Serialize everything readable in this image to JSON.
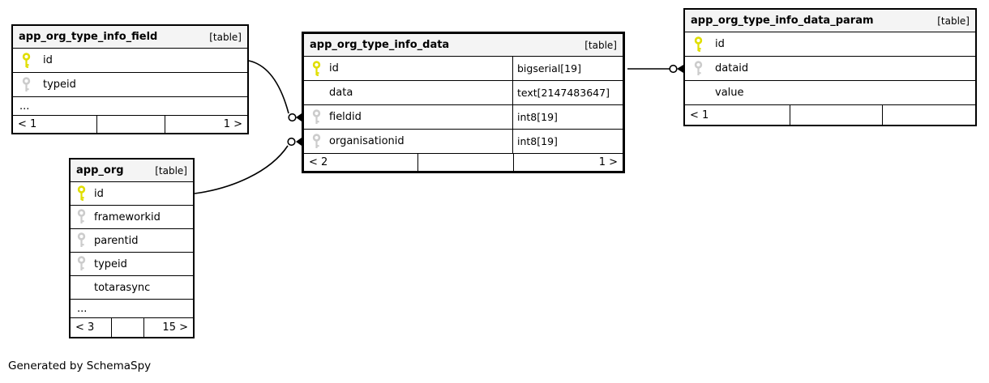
{
  "note": "Generated by SchemaSpy",
  "colors": {
    "primary_key": "#e0de00",
    "primary_key_stroke": "#a3a200",
    "foreign_key": "#cccccc",
    "foreign_key_stroke": "#b3b3b3",
    "header_bg": "#f4f4f4",
    "border": "#000000"
  },
  "tables": [
    {
      "name": "app_org_type_info_field",
      "badge": "[table]",
      "columns": [
        {
          "key": "primary",
          "name": "id"
        },
        {
          "key": "foreign",
          "name": "typeid"
        }
      ],
      "ellipsis": "...",
      "footer": {
        "left": "< 1",
        "mid": "",
        "right": "1 >"
      }
    },
    {
      "name": "app_org_type_info_data",
      "badge": "[table]",
      "columns": [
        {
          "key": "primary",
          "name": "id",
          "type": "bigserial[19]"
        },
        {
          "key": "none",
          "name": "data",
          "type": "text[2147483647]"
        },
        {
          "key": "foreign",
          "name": "fieldid",
          "type": "int8[19]"
        },
        {
          "key": "foreign",
          "name": "organisationid",
          "type": "int8[19]"
        }
      ],
      "footer": {
        "left": "< 2",
        "mid": "",
        "right": "1 >"
      }
    },
    {
      "name": "app_org_type_info_data_param",
      "badge": "[table]",
      "columns": [
        {
          "key": "primary",
          "name": "id"
        },
        {
          "key": "foreign",
          "name": "dataid"
        },
        {
          "key": "none",
          "name": "value"
        }
      ],
      "footer": {
        "left": "< 1",
        "mid": "",
        "right": ""
      }
    },
    {
      "name": "app_org",
      "badge": "[table]",
      "columns": [
        {
          "key": "primary",
          "name": "id"
        },
        {
          "key": "foreign",
          "name": "frameworkid"
        },
        {
          "key": "foreign",
          "name": "parentid"
        },
        {
          "key": "foreign",
          "name": "typeid"
        },
        {
          "key": "none",
          "name": "totarasync"
        }
      ],
      "ellipsis": "...",
      "footer": {
        "left": "< 3",
        "mid": "",
        "right": "15 >"
      }
    }
  ],
  "relationships": [
    {
      "from": "app_org_type_info_field.id",
      "to": "app_org_type_info_data.fieldid"
    },
    {
      "from": "app_org.id",
      "to": "app_org_type_info_data.organisationid"
    },
    {
      "from": "app_org_type_info_data.id",
      "to": "app_org_type_info_data_param.dataid"
    }
  ]
}
